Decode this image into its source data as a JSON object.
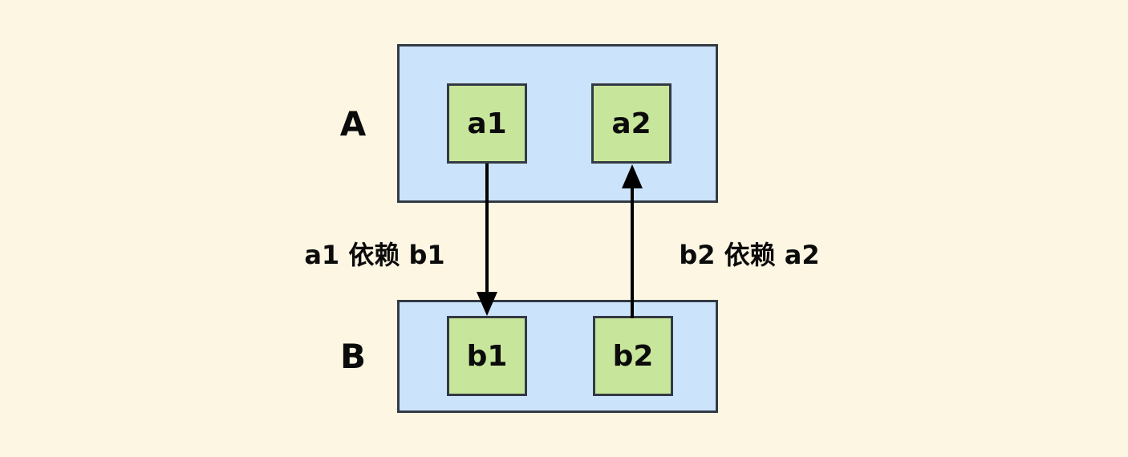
{
  "diagram": {
    "type": "dependency-diagram",
    "colors": {
      "background": "#fdf6e3",
      "container_fill": "#cce4fb",
      "box_fill": "#c8e69b",
      "border_color": "#333a44",
      "arrow_color": "#000000",
      "text_color": "#0b0b0b"
    },
    "groups": [
      {
        "id": "A",
        "label": "A",
        "children": [
          {
            "id": "a1",
            "label": "a1"
          },
          {
            "id": "a2",
            "label": "a2"
          }
        ]
      },
      {
        "id": "B",
        "label": "B",
        "children": [
          {
            "id": "b1",
            "label": "b1"
          },
          {
            "id": "b2",
            "label": "b2"
          }
        ]
      }
    ],
    "edges": [
      {
        "from": "a1",
        "to": "b1",
        "direction": "down",
        "label": "a1 依赖 b1"
      },
      {
        "from": "b2",
        "to": "a2",
        "direction": "up",
        "label": "b2 依赖 a2"
      }
    ]
  }
}
